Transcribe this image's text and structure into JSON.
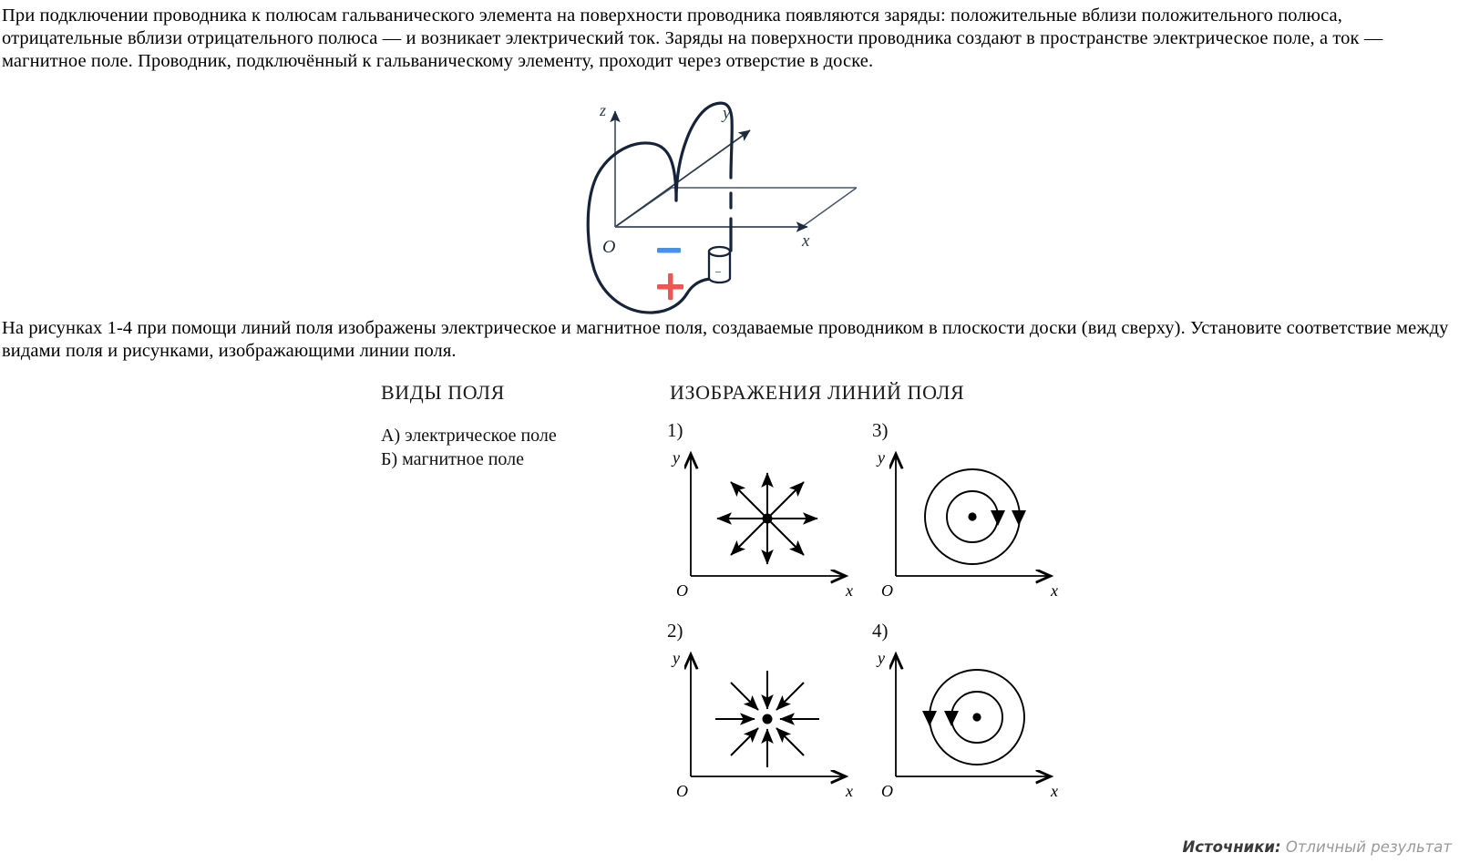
{
  "document": {
    "intro_paragraph": "При подключении проводника к полюсам гальванического элемента на поверхности проводника появляются заряды: положительные вблизи положительного полюса, отрицательные вблизи отрицательного полюса — и возникает электрический ток. Заряды на поверхности проводника создают в пространстве электрическое поле, а ток — магнитное поле. Проводник, подключённый к гальваническому элементу, проходит через отверстие в доске.",
    "task_paragraph": "На рисунках 1-4 при помощи линий поля изображены электрическое и магнитное поля, создаваемые проводником в плоскости доски (вид сверху). Установите соответствие между видами поля и рисунками, изображающими линии поля."
  },
  "diagram3d": {
    "axis_z": "z",
    "axis_y": "y",
    "axis_x": "x",
    "origin": "O",
    "battery_plus": "+",
    "battery_minus": "−",
    "battery_terminal_mark": "–",
    "colors": {
      "line": "#1e2b3c",
      "plane": "#2c3e50",
      "plus": "#ee5555",
      "minus": "#4a90e8"
    }
  },
  "match": {
    "field_types_heading": "ВИДЫ ПОЛЯ",
    "field_pictures_heading": "ИЗОБРАЖЕНИЯ ЛИНИЙ ПОЛЯ",
    "options": [
      {
        "key": "А)",
        "label": "А) электрическое поле"
      },
      {
        "key": "Б)",
        "label": "Б) магнитное поле"
      }
    ],
    "figures": [
      {
        "number": "1)",
        "kind": "radial-outward",
        "axis_y": "y",
        "axis_x": "x",
        "origin": "O",
        "arrow_count": 8,
        "description": "8 стрелок от центра наружу"
      },
      {
        "number": "2)",
        "kind": "radial-inward",
        "axis_y": "y",
        "axis_x": "x",
        "origin": "O",
        "arrow_count": 8,
        "description": "8 стрелок к центру"
      },
      {
        "number": "3)",
        "kind": "concentric-clockwise",
        "axis_y": "y",
        "axis_x": "x",
        "origin": "O",
        "circle_count": 2,
        "description": "две концентрические окружности, точка в центре, стрелки справа вниз"
      },
      {
        "number": "4)",
        "kind": "concentric-counterclockwise",
        "axis_y": "y",
        "axis_x": "x",
        "origin": "O",
        "circle_count": 2,
        "description": "две концентрические окружности, точка в центре, стрелки слева вниз"
      }
    ]
  },
  "footer": {
    "sources_label": "Источники:",
    "sources_value": "Отличный результат"
  }
}
